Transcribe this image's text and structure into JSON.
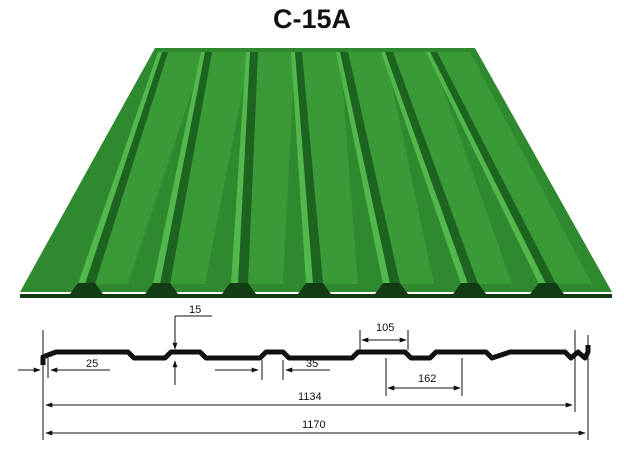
{
  "title": "C-15A",
  "colors": {
    "sheet_face": "#2f8a2f",
    "sheet_light": "#3da33a",
    "sheet_dark": "#1b5e1e",
    "sheet_edge": "#123d14",
    "profile_stroke": "#111111",
    "dimension_line": "#111111"
  },
  "dimensions": {
    "height": "15",
    "gap_25": "25",
    "gap_35": "35",
    "top_width": "105",
    "pitch": "162",
    "useful_width": "1134",
    "total_width": "1170"
  }
}
